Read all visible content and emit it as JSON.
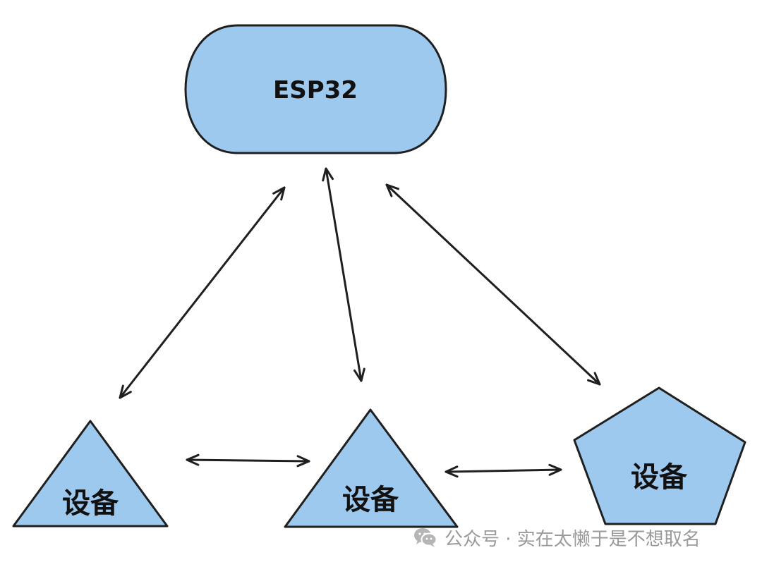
{
  "diagram": {
    "hub": {
      "label": "ESP32"
    },
    "devices": [
      {
        "label": "设备",
        "shape": "triangle"
      },
      {
        "label": "设备",
        "shape": "triangle"
      },
      {
        "label": "设备",
        "shape": "pentagon"
      }
    ],
    "edges": [
      {
        "from": "ESP32",
        "to": "device-1",
        "direction": "bidirectional"
      },
      {
        "from": "ESP32",
        "to": "device-2",
        "direction": "bidirectional"
      },
      {
        "from": "ESP32",
        "to": "device-3",
        "direction": "bidirectional"
      },
      {
        "from": "device-1",
        "to": "device-2",
        "direction": "bidirectional"
      },
      {
        "from": "device-2",
        "to": "device-3",
        "direction": "bidirectional"
      }
    ]
  },
  "colors": {
    "node_fill": "#9ec9ef",
    "stroke": "#1f1f1f",
    "watermark": "#9a9a9a"
  },
  "watermark": {
    "icon": "wechat-icon",
    "text": "公众号 · 实在太懒于是不想取名"
  }
}
